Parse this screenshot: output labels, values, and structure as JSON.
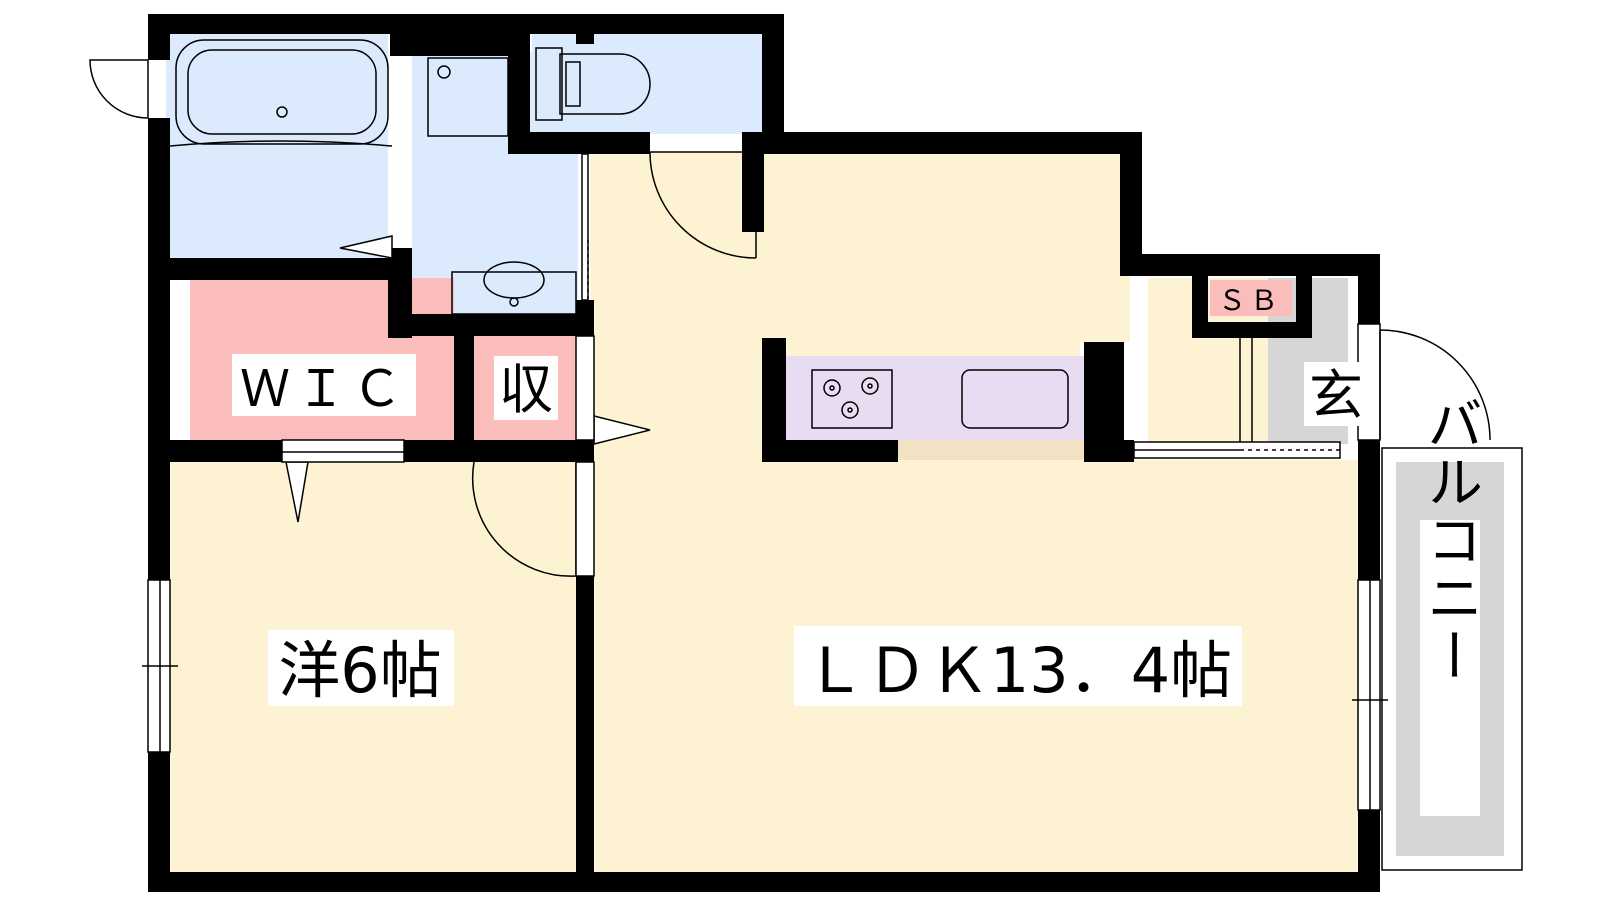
{
  "rooms": {
    "wic": "ＷＩＣ",
    "storage": "収",
    "western": "洋6帖",
    "ldk": "ＬＤＫ13．4帖",
    "shoebox": "ＳＢ",
    "entrance": "玄",
    "balcony": "バルコニー"
  },
  "colors": {
    "wall": "#000000",
    "wet": "#dbeafd",
    "wic": "#fbbcbc",
    "living": "#fdf2d2",
    "kitchen": "#e8dcf3",
    "gray": "#d6d6d6",
    "counter": "#f3e1c4"
  }
}
